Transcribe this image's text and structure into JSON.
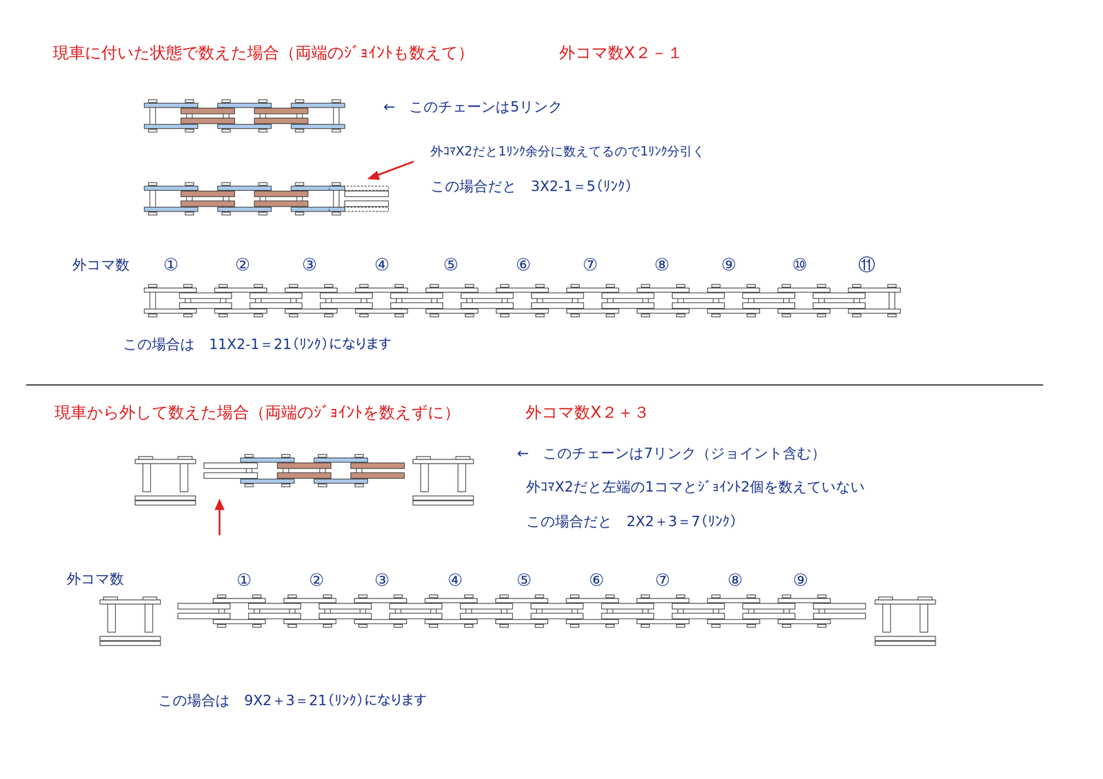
{
  "diagram": {
    "labels": [
      "現車に付いた状態で数えた場合（両端のｼﾞｮｲﾝﾄも数えて）",
      "外コマ数X２－１",
      "←　このチェーンは5リンク",
      "外ｺﾏX2だと1ﾘﾝｸ余分に数えてるので1ﾘﾝｸ分引く",
      "この場合だと　3X2-1＝5（ﾘﾝｸ）",
      "外コマ数",
      "①",
      "②",
      "③",
      "④",
      "⑤",
      "⑥",
      "⑦",
      "⑧",
      "⑨",
      "⑩",
      "⑪",
      "この場合は　11X2-1＝21（ﾘﾝｸ）になります",
      "現車から外して数えた場合（両端のｼﾞｮｲﾝﾄを数えずに）",
      "外コマ数X２＋３",
      "←　このチェーンは7リンク（ジョイント含む）",
      "外ｺﾏX2だと左端の1コマとｼﾞｮｲﾝﾄ2個を数えていない",
      "この場合だと　2X2＋3＝7（ﾘﾝｸ）",
      "外コマ数",
      "①",
      "②",
      "③",
      "④",
      "⑤",
      "⑥",
      "⑦",
      "⑧",
      "⑨",
      "この場合は　9X2＋3＝21（ﾘﾝｸ）になります"
    ]
  }
}
